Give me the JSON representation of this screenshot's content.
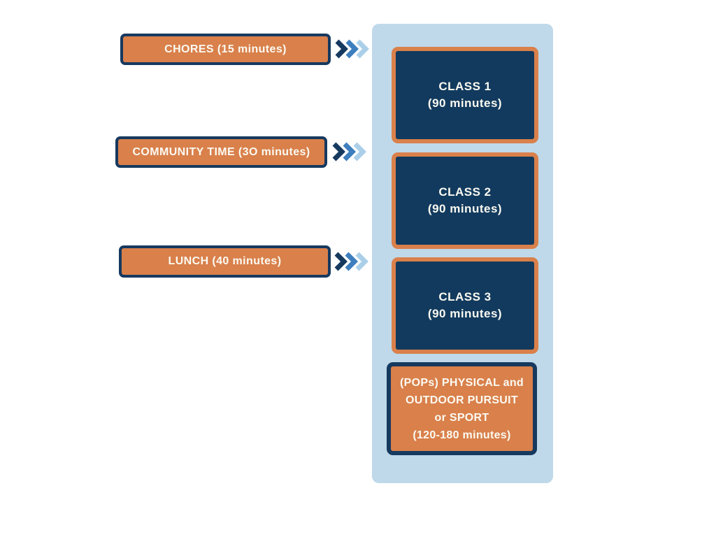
{
  "colors": {
    "navy": "#16395F",
    "orange": "#D9804B",
    "panel_blue": "#BFD9EA",
    "chevron_dark": "#16395F",
    "chevron_mid": "#3D7EBE",
    "chevron_light": "#ABCFE9",
    "text_white": "#FBFAF2"
  },
  "left_items": [
    {
      "label": "CHORES (15 minutes)"
    },
    {
      "label": "COMMUNITY TIME (3O minutes)"
    },
    {
      "label": "LUNCH (40 minutes)"
    }
  ],
  "schedule_panel": {
    "classes": [
      {
        "title": "CLASS 1",
        "duration": "(90 minutes)"
      },
      {
        "title": "CLASS 2",
        "duration": "(90 minutes)"
      },
      {
        "title": "CLASS 3",
        "duration": "(90 minutes)"
      }
    ],
    "pops": {
      "lines": [
        "(POPs) PHYSICAL and",
        "OUTDOOR PURSUIT",
        "or SPORT",
        "(120-180 minutes)"
      ]
    }
  }
}
